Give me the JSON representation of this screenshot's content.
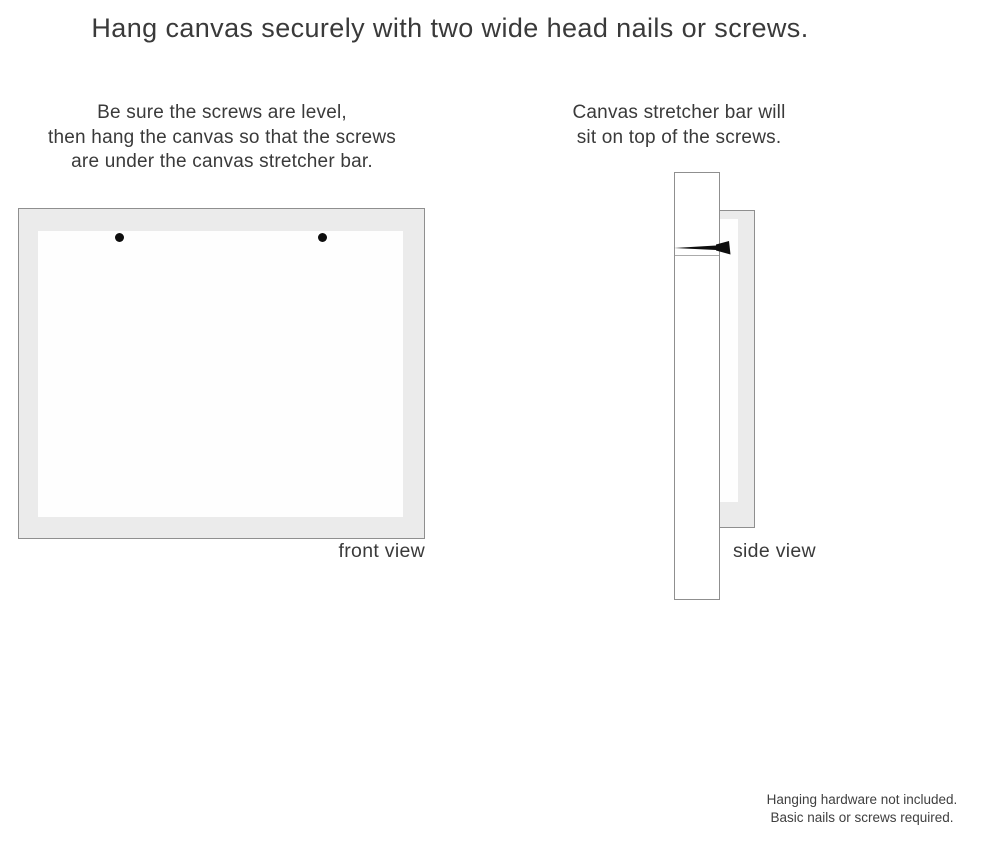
{
  "page": {
    "title": "Hang canvas securely with two wide head nails or screws."
  },
  "theme": {
    "background": "#ffffff",
    "text_color": "#3a3a3a",
    "frame_fill": "#ebebeb",
    "frame_border": "#8f8f8f",
    "canvas_inner_fill": "#fefefe",
    "hardware_color": "#0e0e0e"
  },
  "instructions": {
    "front": {
      "line1": "Be sure the screws are level,",
      "line2": "then hang the canvas so that the screws",
      "line3": "are under the canvas stretcher bar."
    },
    "side": {
      "line1": "Canvas stretcher bar will",
      "line2": "sit on top of the screws."
    }
  },
  "front_view": {
    "label": "front view",
    "screw_count": 2
  },
  "side_view": {
    "label": "side view"
  },
  "footnote": {
    "line1": "Hanging hardware not included.",
    "line2": "Basic nails or screws required."
  }
}
